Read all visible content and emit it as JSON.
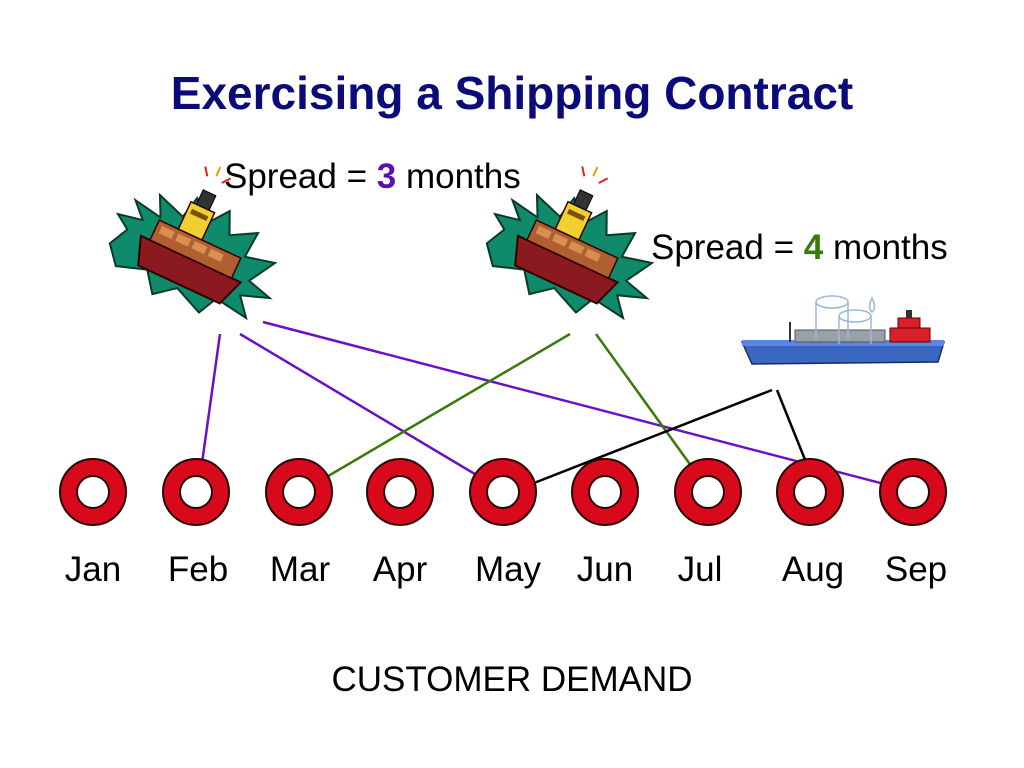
{
  "title": "Exercising a Shipping Contract",
  "spread_1": {
    "prefix": "Spread = ",
    "value": "3",
    "suffix": " months",
    "color": "#5a0fb4"
  },
  "spread_2": {
    "prefix": "Spread = ",
    "value": "4",
    "suffix": " months",
    "color": "#3a7a0a"
  },
  "months": [
    "Jan",
    "Feb",
    "Mar",
    "Apr",
    "May",
    "Jun",
    "Jul",
    "Aug",
    "Sep"
  ],
  "footer": "CUSTOMER DEMAND",
  "icons": {
    "ship_1": "cargo-ship-icon",
    "ship_2": "cargo-ship-icon",
    "ship_3": "tanker-ship-icon",
    "month_marker": "life-ring-icon"
  },
  "connections": [
    {
      "from": "ship_1",
      "to": "Feb",
      "color": "#6a11c8"
    },
    {
      "from": "ship_1",
      "to": "May",
      "color": "#6a11c8"
    },
    {
      "from": "ship_1",
      "to": "Sep",
      "color": "#6a11c8"
    },
    {
      "from": "ship_2",
      "to": "Mar",
      "color": "#3a7a0a"
    },
    {
      "from": "ship_2",
      "to": "Jul",
      "color": "#3a7a0a"
    },
    {
      "from": "ship_3",
      "to": "May",
      "color": "#000000"
    },
    {
      "from": "ship_3",
      "to": "Aug",
      "color": "#000000"
    }
  ],
  "colors": {
    "title": "#0a0a78",
    "ring": "#d8091b"
  }
}
